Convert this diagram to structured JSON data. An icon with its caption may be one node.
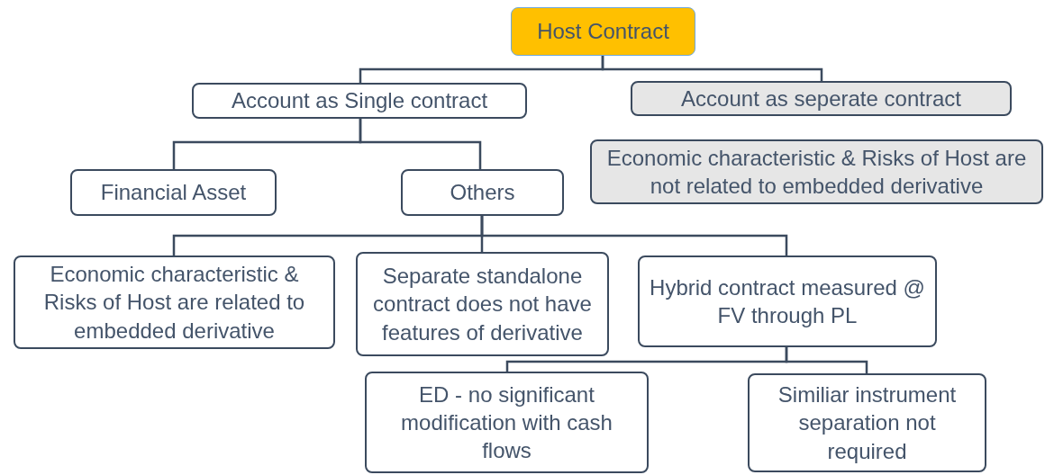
{
  "diagram": {
    "nodes": [
      {
        "text": [
          "Host Contract"
        ]
      },
      {
        "text": [
          "Account as Single contract"
        ]
      },
      {
        "text": [
          "Account as seperate contract"
        ]
      },
      {
        "text": [
          "Economic characteristic & Risks of Host are not related to embedded derivative"
        ]
      },
      {
        "text": [
          "Financial Asset"
        ]
      },
      {
        "text": [
          "Others"
        ]
      },
      {
        "text": [
          "Economic characteristic & Risks of Host are related to embedded derivative"
        ]
      },
      {
        "text": [
          "Separate standalone contract does not have features of derivative"
        ]
      },
      {
        "text": [
          "Hybrid contract measured @ FV through PL"
        ]
      },
      {
        "text": [
          "ED - no significant modification with cash flows"
        ]
      },
      {
        "text": [
          "Similiar instrument separation not required"
        ]
      }
    ],
    "edges": [
      {
        "from": 0,
        "to": 1,
        "arrow": "none"
      },
      {
        "from": 0,
        "to": 2,
        "arrow": "none"
      },
      {
        "from": 1,
        "to": 4,
        "arrow": "none"
      },
      {
        "from": 1,
        "to": 5,
        "arrow": "none"
      },
      {
        "from": 5,
        "to": 6,
        "arrow": "none"
      },
      {
        "from": 5,
        "to": 7,
        "arrow": "none"
      },
      {
        "from": 5,
        "to": 8,
        "arrow": "none"
      },
      {
        "from": 8,
        "to": 9,
        "arrow": "none"
      },
      {
        "from": 8,
        "to": 10,
        "arrow": "none"
      }
    ]
  }
}
